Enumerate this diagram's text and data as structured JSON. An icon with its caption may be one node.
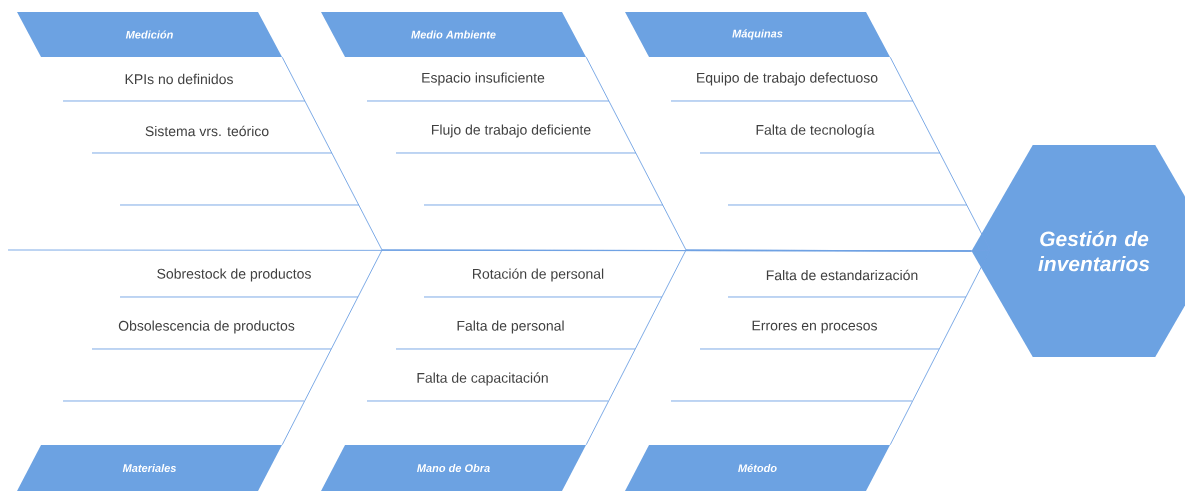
{
  "diagram": {
    "nodes": [
      {
        "text": [
          "Medición"
        ]
      },
      {
        "text": [
          "Medio Ambiente"
        ]
      },
      {
        "text": [
          "Máquinas"
        ]
      },
      {
        "text": [
          "Gestión de inventarios"
        ]
      },
      {
        "text": [
          "Materiales"
        ]
      },
      {
        "text": [
          "Mano de Obra"
        ]
      },
      {
        "text": [
          "Método"
        ]
      }
    ],
    "edges": [
      {
        "from": null,
        "to": 3,
        "arrow": "none"
      },
      {
        "from": 0,
        "to": 3,
        "arrow": "none"
      },
      {
        "from": 1,
        "to": 3,
        "arrow": "none"
      },
      {
        "from": 2,
        "to": 3,
        "arrow": "none"
      },
      {
        "from": 4,
        "to": 3,
        "arrow": "none"
      },
      {
        "from": 5,
        "to": 3,
        "arrow": "none"
      },
      {
        "from": 6,
        "to": 3,
        "arrow": "none"
      }
    ],
    "labels": [
      "KPIs no definidos",
      "Sistema vrs. teórico",
      "Espacio insuficiente",
      "Flujo de trabajo deficiente",
      "Equipo de trabajo defectuoso",
      "Falta de tecnología",
      "Sobrestock de productos",
      "Obsolescencia de productos",
      "Rotación de personal",
      "Falta de personal",
      "Falta de capacitación",
      "Falta de estandarización",
      "Errores en procesos"
    ]
  }
}
